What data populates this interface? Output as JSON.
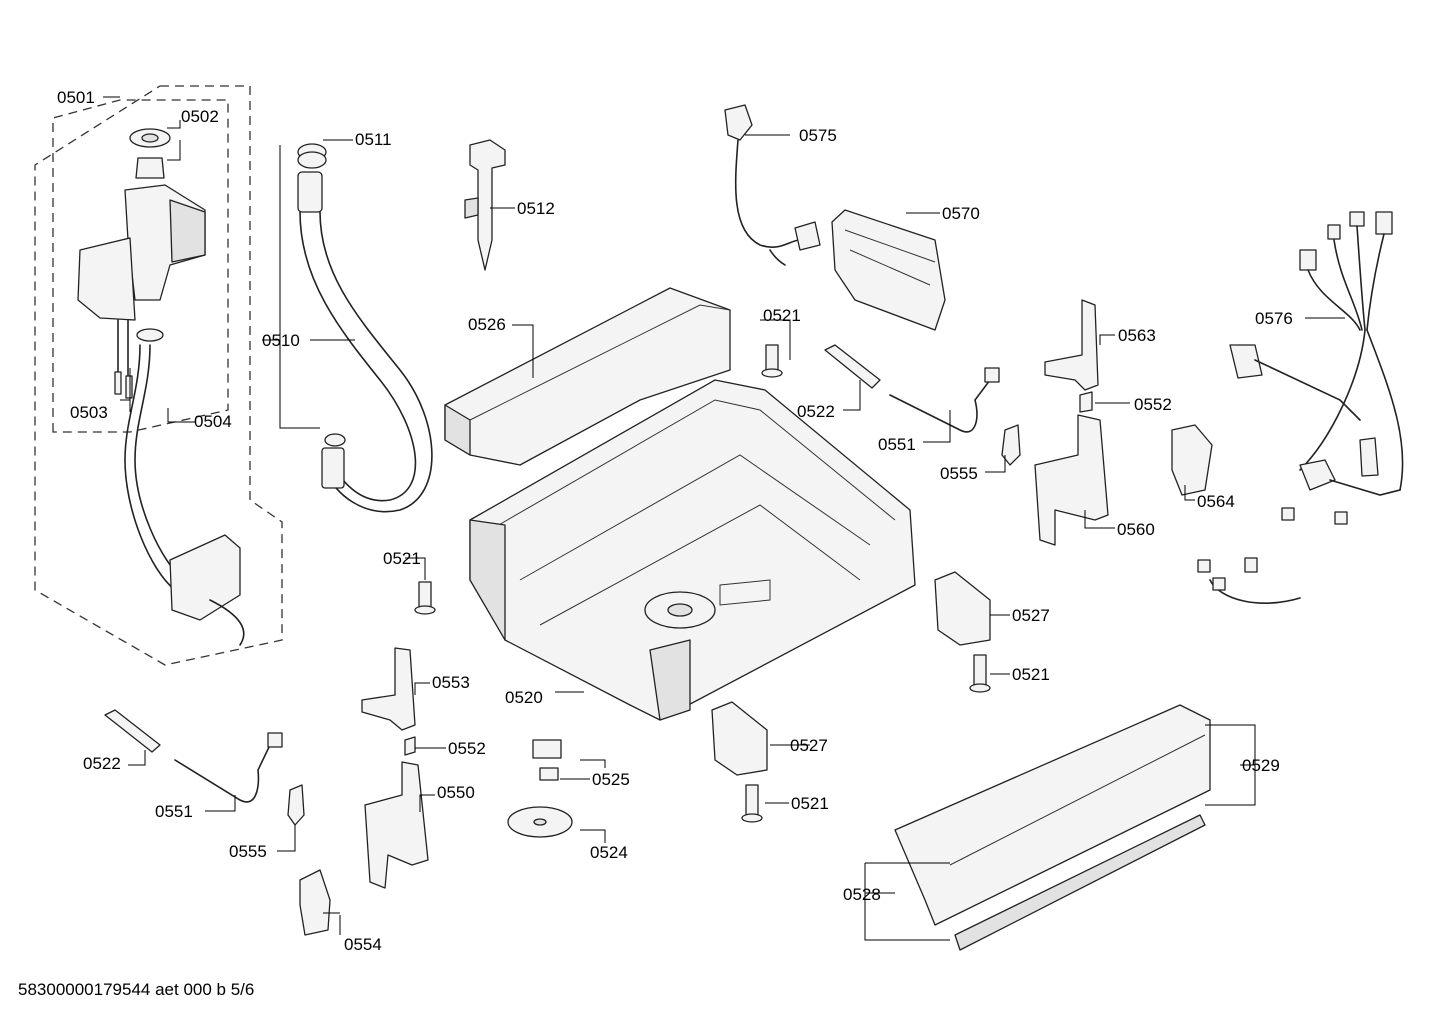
{
  "footer_text": "58300000179544 aet 000 b 5/6",
  "labels": {
    "p0501": "0501",
    "p0502": "0502",
    "p0503": "0503",
    "p0504": "0504",
    "p0510": "0510",
    "p0511": "0511",
    "p0512": "0512",
    "p0520": "0520",
    "p0521a": "0521",
    "p0521b": "0521",
    "p0521c": "0521",
    "p0521d": "0521",
    "p0522a": "0522",
    "p0522b": "0522",
    "p0524": "0524",
    "p0525": "0525",
    "p0526": "0526",
    "p0527a": "0527",
    "p0527b": "0527",
    "p0528": "0528",
    "p0529": "0529",
    "p0550": "0550",
    "p0551a": "0551",
    "p0551b": "0551",
    "p0552a": "0552",
    "p0552b": "0552",
    "p0553": "0553",
    "p0554": "0554",
    "p0555a": "0555",
    "p0555b": "0555",
    "p0560": "0560",
    "p0563": "0563",
    "p0564": "0564",
    "p0570": "0570",
    "p0575": "0575",
    "p0576": "0576"
  }
}
